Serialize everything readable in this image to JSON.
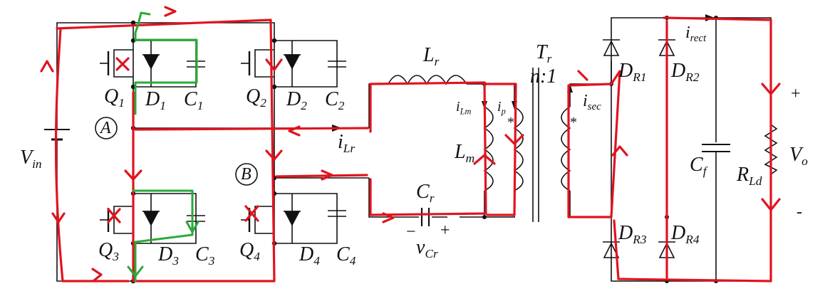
{
  "labels": {
    "vin": "V",
    "vin_sub": "in",
    "q1": "Q",
    "q1_sub": "1",
    "d1": "D",
    "d1_sub": "1",
    "c1": "C",
    "c1_sub": "1",
    "q2": "Q",
    "q2_sub": "2",
    "d2": "D",
    "d2_sub": "2",
    "c2": "C",
    "c2_sub": "2",
    "q3": "Q",
    "q3_sub": "3",
    "d3": "D",
    "d3_sub": "3",
    "c3": "C",
    "c3_sub": "3",
    "q4": "Q",
    "q4_sub": "4",
    "d4": "D",
    "d4_sub": "4",
    "c4": "C",
    "c4_sub": "4",
    "node_a": "A",
    "node_b": "B",
    "ilr": "i",
    "ilr_sub": "Lr",
    "lr": "L",
    "lr_sub": "r",
    "ilm": "i",
    "ilm_sub": "Lm",
    "ip": "i",
    "ip_sub": "p",
    "lm": "L",
    "lm_sub": "m",
    "cr": "C",
    "cr_sub": "r",
    "vcr": "v",
    "vcr_sub": "Cr",
    "cr_minus": "−",
    "cr_plus": "+",
    "tr": "T",
    "tr_sub": "r",
    "ratio": "n:1",
    "isec": "i",
    "isec_sub": "sec",
    "dot_p": "*",
    "dot_s": "*",
    "dr1": "D",
    "dr1_sub": "R1",
    "dr2": "D",
    "dr2_sub": "R2",
    "dr3": "D",
    "dr3_sub": "R3",
    "dr4": "D",
    "dr4_sub": "R4",
    "irect": "i",
    "irect_sub": "rect",
    "cf": "C",
    "cf_sub": "f",
    "rld": "R",
    "rld_sub": "Ld",
    "vo": "V",
    "vo_sub": "o",
    "plus": "+",
    "minus": "-"
  },
  "colors": {
    "circuit": "#111111",
    "conduction_path": "#e0141e",
    "switch_path": "#2aa93a"
  }
}
